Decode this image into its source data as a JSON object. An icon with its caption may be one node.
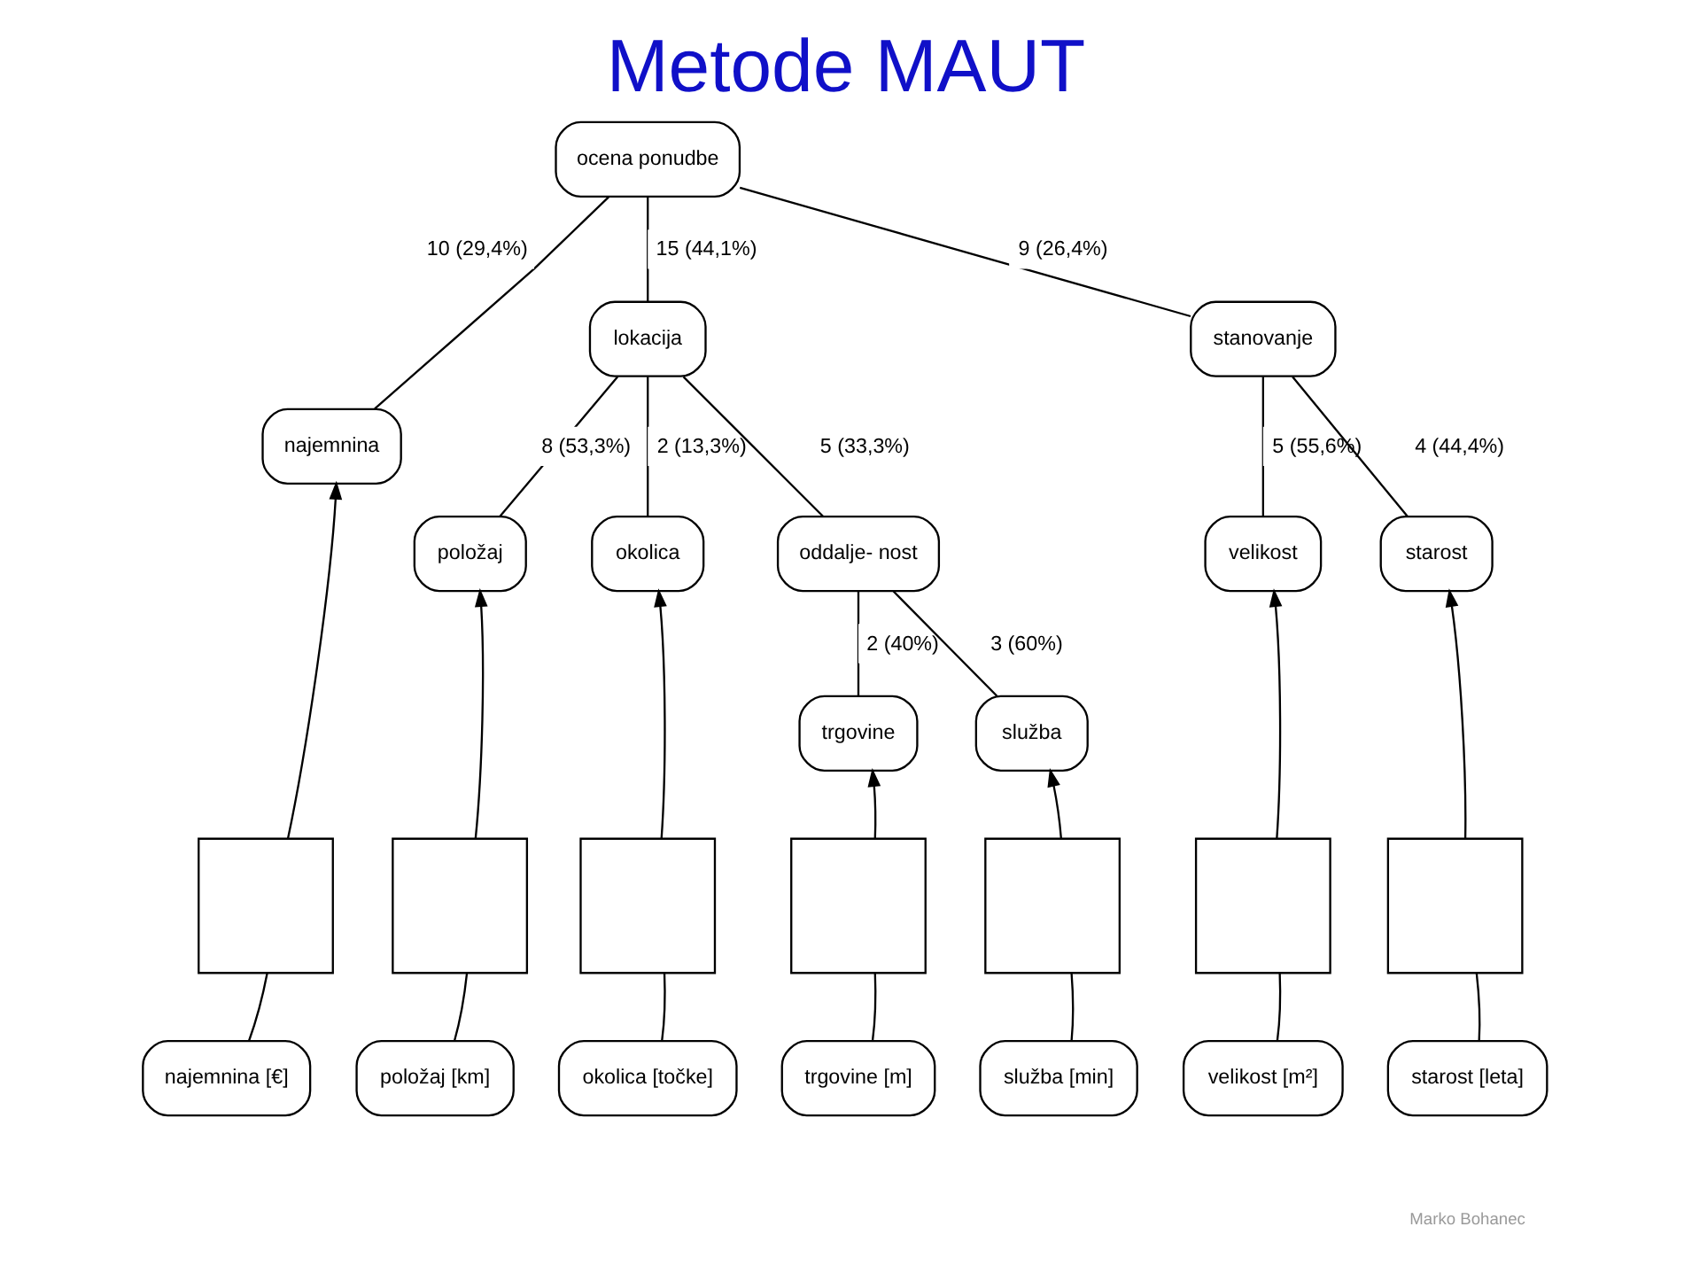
{
  "diagram": {
    "title": "Metode MAUT",
    "nodes": [
      {
        "text": [
          "ocena ponudbe"
        ]
      },
      {
        "text": [
          "najemnina"
        ]
      },
      {
        "text": [
          "lokacija"
        ]
      },
      {
        "text": [
          "stanovanje"
        ]
      },
      {
        "text": [
          "položaj"
        ]
      },
      {
        "text": [
          "okolica"
        ]
      },
      {
        "text": [
          "oddalje- nost"
        ]
      },
      {
        "text": [
          "velikost"
        ]
      },
      {
        "text": [
          "starost"
        ]
      },
      {
        "text": [
          "trgovine"
        ]
      },
      {
        "text": [
          "služba"
        ]
      },
      {
        "text": [],
        "shape": "box"
      },
      {
        "text": [],
        "shape": "box"
      },
      {
        "text": [],
        "shape": "box"
      },
      {
        "text": [],
        "shape": "box"
      },
      {
        "text": [],
        "shape": "box"
      },
      {
        "text": [],
        "shape": "box"
      },
      {
        "text": [],
        "shape": "box"
      },
      {
        "text": [
          "najemnina [€]"
        ]
      },
      {
        "text": [
          "položaj [km]"
        ]
      },
      {
        "text": [
          "okolica [točke]"
        ]
      },
      {
        "text": [
          "trgovine [m]"
        ]
      },
      {
        "text": [
          "služba [min]"
        ]
      },
      {
        "text": [
          "velikost [m²]"
        ]
      },
      {
        "text": [
          "starost [leta]"
        ]
      }
    ],
    "edges": [
      {
        "from": 0,
        "to": 1,
        "arrow": "none",
        "label": "10 (29,4%)"
      },
      {
        "from": 0,
        "to": 2,
        "arrow": "none",
        "label": "15 (44,1%)"
      },
      {
        "from": 0,
        "to": 3,
        "arrow": "none",
        "label": "9 (26,4%)"
      },
      {
        "from": 2,
        "to": 4,
        "arrow": "none",
        "label": "8 (53,3%)"
      },
      {
        "from": 2,
        "to": 5,
        "arrow": "none",
        "label": "2 (13,3%)"
      },
      {
        "from": 2,
        "to": 6,
        "arrow": "none",
        "label": "5 (33,3%)"
      },
      {
        "from": 3,
        "to": 7,
        "arrow": "none",
        "label": "5 (55,6%)"
      },
      {
        "from": 3,
        "to": 8,
        "arrow": "none",
        "label": "4 (44,4%)"
      },
      {
        "from": 6,
        "to": 9,
        "arrow": "none",
        "label": "2 (40%)"
      },
      {
        "from": 6,
        "to": 10,
        "arrow": "none",
        "label": "3 (60%)"
      },
      {
        "from": 11,
        "to": 1,
        "arrow": "to"
      },
      {
        "from": 12,
        "to": 4,
        "arrow": "to"
      },
      {
        "from": 13,
        "to": 5,
        "arrow": "to"
      },
      {
        "from": 14,
        "to": 9,
        "arrow": "to"
      },
      {
        "from": 15,
        "to": 10,
        "arrow": "to"
      },
      {
        "from": 16,
        "to": 7,
        "arrow": "to"
      },
      {
        "from": 17,
        "to": 8,
        "arrow": "to"
      },
      {
        "from": 18,
        "to": 11,
        "arrow": "none"
      },
      {
        "from": 19,
        "to": 12,
        "arrow": "none"
      },
      {
        "from": 20,
        "to": 13,
        "arrow": "none"
      },
      {
        "from": 21,
        "to": 14,
        "arrow": "none"
      },
      {
        "from": 22,
        "to": 15,
        "arrow": "none"
      },
      {
        "from": 23,
        "to": 16,
        "arrow": "none"
      },
      {
        "from": 24,
        "to": 17,
        "arrow": "none"
      }
    ],
    "labels": [
      "Marko Bohanec"
    ]
  }
}
